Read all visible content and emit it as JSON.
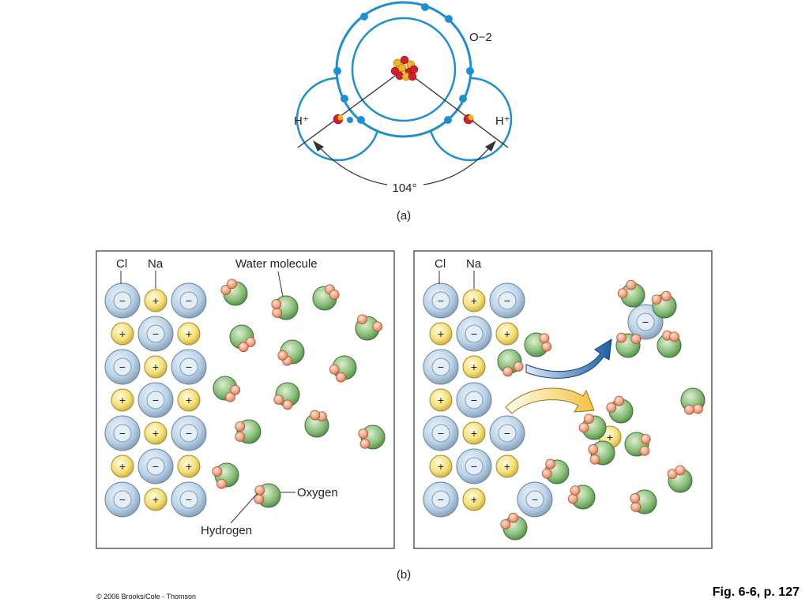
{
  "part_a": {
    "ion_oxygen": "O−2",
    "ion_hydrogen_left": "H⁺",
    "ion_hydrogen_right": "H⁺",
    "bond_angle": "104°",
    "caption": "(a)"
  },
  "part_b": {
    "caption": "(b)",
    "left_panel": {
      "label_cl": "Cl",
      "label_na": "Na",
      "label_water": "Water molecule",
      "label_oxygen": "Oxygen",
      "label_hydrogen": "Hydrogen"
    },
    "right_panel": {
      "label_cl": "Cl",
      "label_na": "Na"
    },
    "cl_charge": "−",
    "na_charge": "+"
  },
  "colors": {
    "orbit": "#1e8fd0",
    "electron": "#1e8fd0",
    "proton": "#d41f26",
    "neutron": "#f2b51a",
    "cl_ion": "#bcd3e8",
    "na_ion": "#f4e17a",
    "oxygen": "#8cbf7a",
    "hydrogen": "#f4a282",
    "arrow_blue": "#1b5fa8",
    "arrow_yellow": "#f2c242"
  },
  "footer": {
    "copyright": "© 2006 Brooks/Cole - Thomson",
    "figure_ref": "Fig. 6-6, p. 127"
  }
}
